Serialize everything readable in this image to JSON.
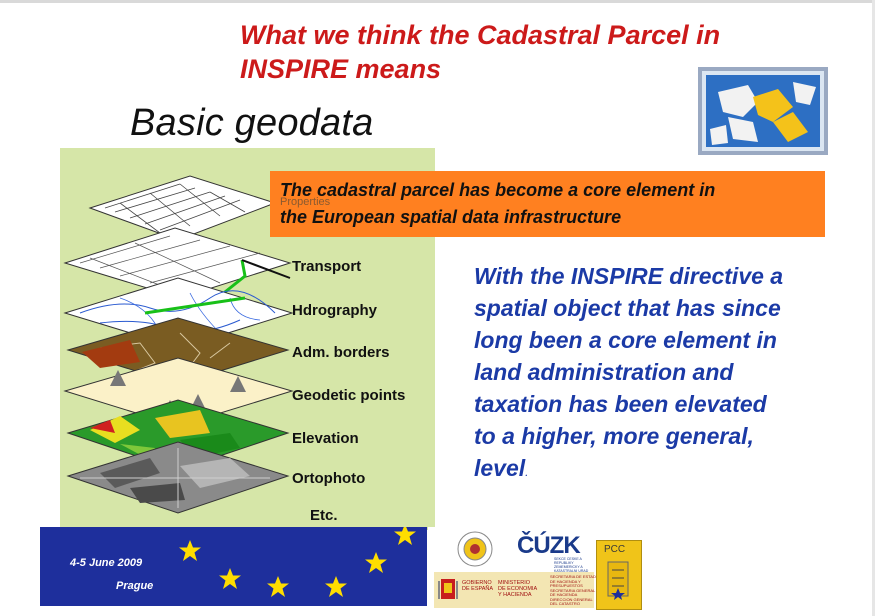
{
  "slide": {
    "title_line1": "What we think the Cadastral Parcel in",
    "title_line2": "INSPIRE means",
    "subtitle": "Basic geodata",
    "callout_line1": "The cadastral parcel has become a core element in",
    "callout_line2": "the European spatial data infrastructure",
    "callout_ghost_label": "Properties",
    "body_lines": [
      "With the INSPIRE directive a",
      "spatial object that has since",
      "long been a core element in",
      "land administration and",
      "taxation has been elevated",
      "to a higher, more general,",
      "level"
    ],
    "body_trailing": ".",
    "layers": [
      "Transport",
      "Hdrography",
      "Adm. borders",
      "Geodetic points",
      "Elevation",
      "Ortophoto",
      "Etc."
    ]
  },
  "footer": {
    "date": "4-5  June 2009",
    "city": "Prague",
    "cuzk_logo": "ČÚZK",
    "cuzk_sub": "SEKCE CESKE A REPUBLIKY ZEMEMERICKY A KATASTRALNI URAD",
    "pcc_label": "PCC",
    "gov_lines": [
      "GOBIERNO",
      "DE ESPAÑA"
    ],
    "ministry_lines": [
      "MINISTERIO",
      "DE ECONOMIA",
      "Y HACIENDA"
    ],
    "secretary_lines": [
      "SECRETARIA DE ESTADO",
      "DE HACIENDA Y",
      "PRESUPUESTOS",
      "SECRETARIA GENERAL",
      "DE HACIENDA",
      "DIRECCION GENERAL",
      "DEL CATASTRO"
    ]
  },
  "colors": {
    "title_red": "#cc1a1a",
    "body_blue": "#1b3aa6",
    "callout_orange": "#ff8020",
    "panel_green": "#d6e6a8",
    "eu_blue": "#1e2f9c",
    "eu_star": "#ffdd00"
  }
}
